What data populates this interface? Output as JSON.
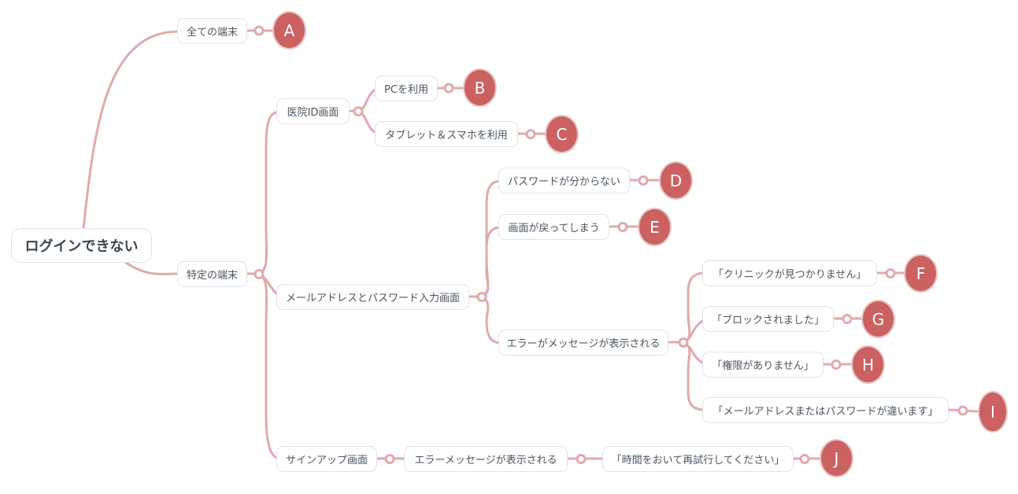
{
  "colors": {
    "background": "#ffffff",
    "connector": "#e2a9a9",
    "node_border": "#e2e2e6",
    "node_text": "#4a5560",
    "root_text": "#3b4553",
    "badge_fill": "#cb6161",
    "badge_ring": "#eac4c4",
    "badge_text": "#ffffff"
  },
  "root": {
    "label": "ログインできない"
  },
  "nodes": {
    "all_devices": {
      "label": "全ての端末",
      "letter": "A"
    },
    "specific_devices": {
      "label": "特定の端末"
    },
    "clinic_id_screen": {
      "label": "医院ID画面"
    },
    "use_pc": {
      "label": "PCを利用",
      "letter": "B"
    },
    "use_tablet_smartphone": {
      "label": "タブレット＆スマホを利用",
      "letter": "C"
    },
    "email_password_screen": {
      "label": "メールアドレスとパスワード入力画面"
    },
    "forgot_password": {
      "label": "パスワードが分からない",
      "letter": "D"
    },
    "screen_reverts": {
      "label": "画面が戻ってしまう",
      "letter": "E"
    },
    "error_message_shown": {
      "label": "エラーがメッセージが表示される"
    },
    "clinic_not_found": {
      "label": "「クリニックが見つかりません」",
      "letter": "F"
    },
    "blocked": {
      "label": "「ブロックされました」",
      "letter": "G"
    },
    "no_permission": {
      "label": "「権限がありません」",
      "letter": "H"
    },
    "wrong_email_or_password": {
      "label": "「メールアドレスまたはパスワードが違います」",
      "letter": "I"
    },
    "signup_screen": {
      "label": "サインアップ画面"
    },
    "signup_error_message": {
      "label": "エラーメッセージが表示される"
    },
    "retry_later": {
      "label": "「時間をおいて再試行してください」",
      "letter": "J"
    }
  }
}
